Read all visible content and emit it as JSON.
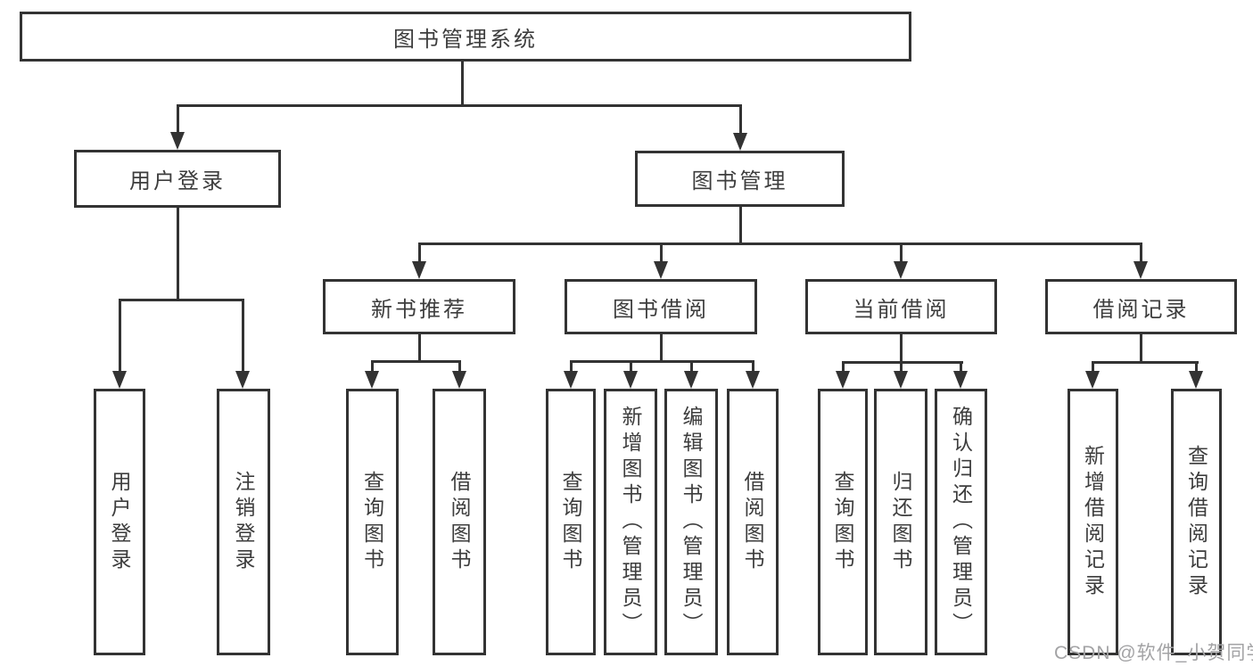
{
  "colors": {
    "line": "#333333",
    "box_border": "#333333",
    "box_text": "#3d3d3d",
    "background": "#ffffff",
    "watermark_text": "#a3a3a5"
  },
  "watermark": {
    "text": "CSDN @软件_小贺同学"
  },
  "tree": {
    "label": "图书管理系统",
    "children": [
      {
        "label": "用户登录",
        "children": [
          {
            "label": "用户登录"
          },
          {
            "label": "注销登录"
          }
        ]
      },
      {
        "label": "图书管理",
        "children": [
          {
            "label": "新书推荐",
            "children": [
              {
                "label": "查询图书"
              },
              {
                "label": "借阅图书"
              }
            ]
          },
          {
            "label": "图书借阅",
            "children": [
              {
                "label": "查询图书"
              },
              {
                "label": "新增图书（管理员）"
              },
              {
                "label": "编辑图书（管理员）"
              },
              {
                "label": "借阅图书"
              }
            ]
          },
          {
            "label": "当前借阅",
            "children": [
              {
                "label": "查询图书"
              },
              {
                "label": "归还图书"
              },
              {
                "label": "确认归还（管理员）"
              }
            ]
          },
          {
            "label": "借阅记录",
            "children": [
              {
                "label": "新增借阅记录"
              },
              {
                "label": "查询借阅记录"
              }
            ]
          }
        ]
      }
    ]
  }
}
